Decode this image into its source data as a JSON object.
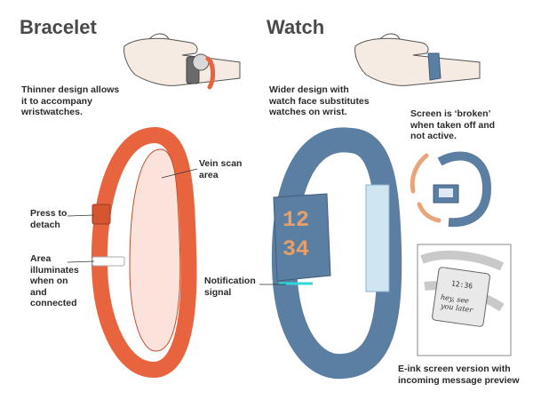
{
  "bracelet": {
    "title": "Bracelet",
    "desc_line1": "Thinner design allows",
    "desc_line2": "it to accompany",
    "desc_line3": "wristwatches.",
    "vein_line1": "Vein scan",
    "vein_line2": "area",
    "press_line1": "Press to",
    "press_line2": "detach",
    "area_line1": "Area",
    "area_line2": "illuminates",
    "area_line3": "when on",
    "area_line4": "and",
    "area_line5": "connected",
    "band_color": "#e8643f"
  },
  "watch": {
    "title": "Watch",
    "desc_line1": "Wider design with",
    "desc_line2": "watch face substitutes",
    "desc_line3": "watches on wrist.",
    "broken_line1": "Screen is ‘broken’",
    "broken_line2": "when taken off and",
    "broken_line3": "not active.",
    "notif_line1": "Notification",
    "notif_line2": "signal",
    "eink_line1": "E-ink screen version with",
    "eink_line2": "incoming message preview",
    "digits_top": "12",
    "digits_bottom": "34",
    "eink_time": "12:36",
    "eink_msg1": "hey, see",
    "eink_msg2": "you later",
    "band_color": "#5b7ea3",
    "signal_color": "#2fd7d9"
  }
}
